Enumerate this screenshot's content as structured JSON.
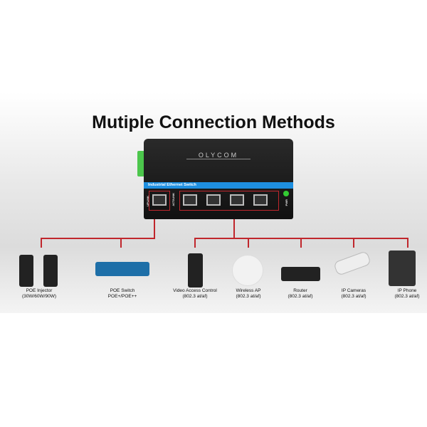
{
  "title": "Mutiple Connection Methods",
  "switch": {
    "brand": "OLYCOM",
    "model": "Industrial Ethernet Switch",
    "uplink_label": "UPLINK",
    "actlink_label": "ACT/LINK",
    "pwr_label": "PWR"
  },
  "accent_color": "#c0262c",
  "strip_color": "#1e8fe0",
  "devices": [
    {
      "name": "POE Injector",
      "sub": "(30W/60W/90W)"
    },
    {
      "name": "POE Switch",
      "sub": "POE+/POE++"
    },
    {
      "name": "Video Access Control",
      "sub": "(802.3 at/af)"
    },
    {
      "name": "Wireless AP",
      "sub": "(802.3 at/af)"
    },
    {
      "name": "Router",
      "sub": "(802.3 at/af)"
    },
    {
      "name": "IP Cameras",
      "sub": "(802.3 at/af)"
    },
    {
      "name": "IP Phone",
      "sub": "(802.3 at/af)"
    }
  ]
}
